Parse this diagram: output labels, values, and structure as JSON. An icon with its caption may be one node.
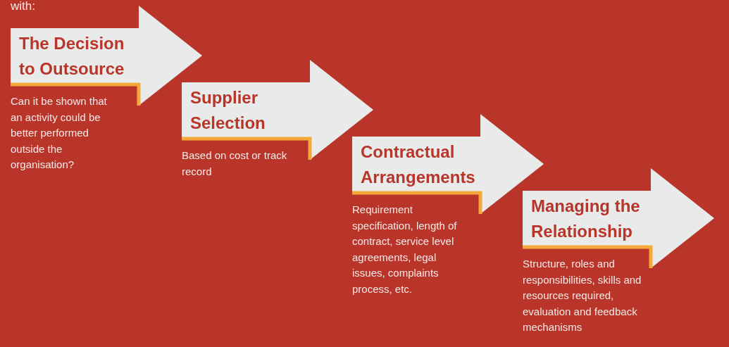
{
  "diagram": {
    "nodes": [
      {
        "text": [
          "The Decision to Outsource"
        ],
        "beside": [
          "Can it be shown that an activity could be better performed outside the organisation?"
        ]
      },
      {
        "text": [
          "Supplier Selection"
        ],
        "beside": [
          "Based on cost or track record"
        ]
      },
      {
        "text": [
          "Contractual Arrangements"
        ],
        "beside": [
          "Requirement specification, length of contract, service level agreements, legal issues, complaints process, etc."
        ]
      },
      {
        "text": [
          "Managing the Relationship"
        ],
        "beside": [
          "Structure, roles and responsibilities, skills and resources required, evaluation and feedback mechanisms"
        ]
      }
    ],
    "labels": [
      "with:"
    ]
  }
}
